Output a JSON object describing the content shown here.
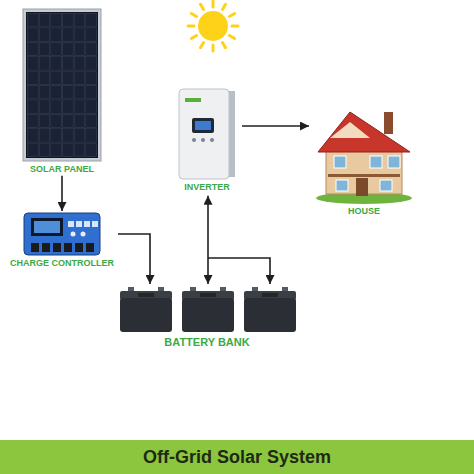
{
  "diagram": {
    "title": "Off-Grid Solar System",
    "nodes": [
      {
        "text": [
          "SOLAR PANEL"
        ]
      },
      {
        "text": [
          "CHARGE CONTROLLER"
        ]
      },
      {
        "text": [
          "INVERTER"
        ]
      },
      {
        "text": [
          "HOUSE"
        ]
      },
      {
        "text": [
          "BATTERY BANK"
        ]
      }
    ],
    "edges": [
      {
        "from": 0,
        "to": 1,
        "arrow": "to"
      },
      {
        "from": 1,
        "to": 4,
        "arrow": "to"
      },
      {
        "from": 2,
        "to": 4,
        "arrow": "both"
      },
      {
        "from": 2,
        "to": 3,
        "arrow": "to"
      }
    ]
  }
}
